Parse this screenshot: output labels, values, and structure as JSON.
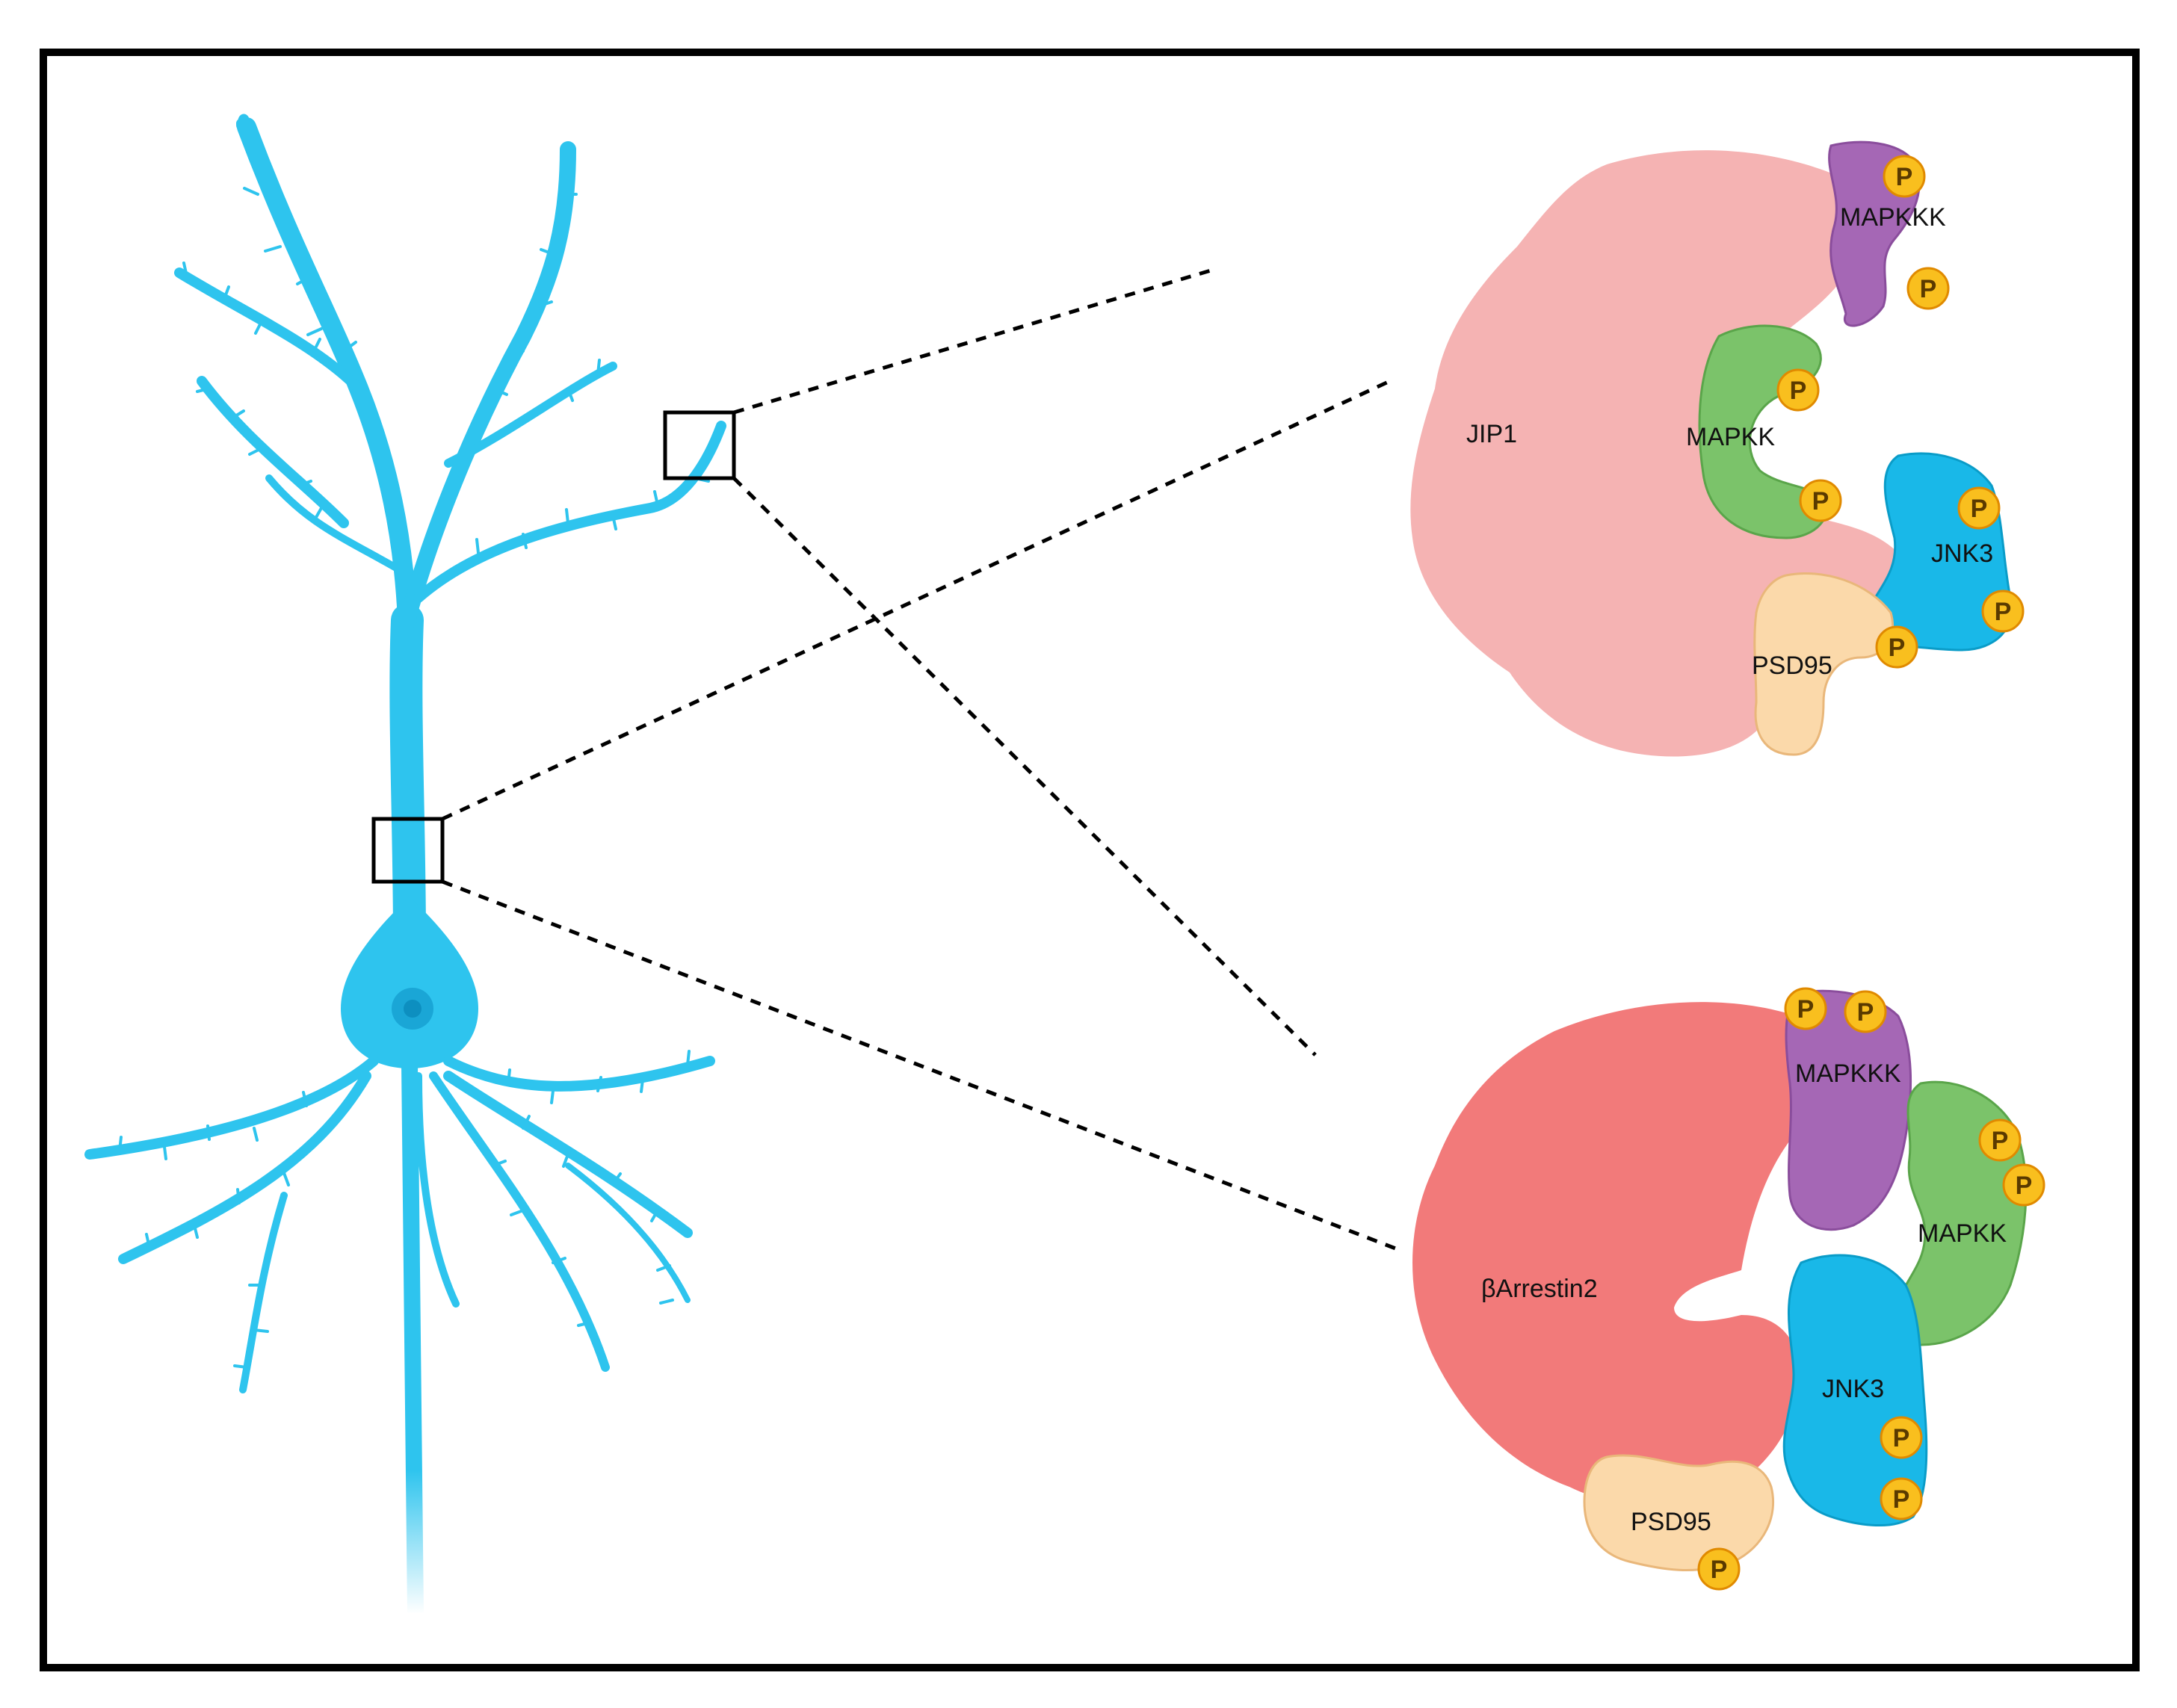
{
  "colors": {
    "neuron": "#2ec4ee",
    "neuron_dark": "#1aa6d6",
    "jip1": "#f5b3b3",
    "barrestin2": "#f27a7a",
    "mapkkk": "#a567b5",
    "mapkk": "#7bc36a",
    "jnk3": "#19b8e8",
    "psd95": "#fbd9aa",
    "phospho": "#f9bf1e",
    "phospho_stroke": "#e08a00",
    "frame": "#000000"
  },
  "complex_top": {
    "scaffold_label": "JIP1",
    "mapkkk_label": "MAPKKK",
    "mapkk_label": "MAPKK",
    "jnk3_label": "JNK3",
    "psd95_label": "PSD95"
  },
  "complex_bottom": {
    "scaffold_label": "βArrestin2",
    "mapkkk_label": "MAPKKK",
    "mapkk_label": "MAPKK",
    "jnk3_label": "JNK3",
    "psd95_label": "PSD95"
  },
  "phospho_label": "P",
  "icons": [
    "neuron-illustration",
    "zoom-box",
    "phospho-badge"
  ]
}
